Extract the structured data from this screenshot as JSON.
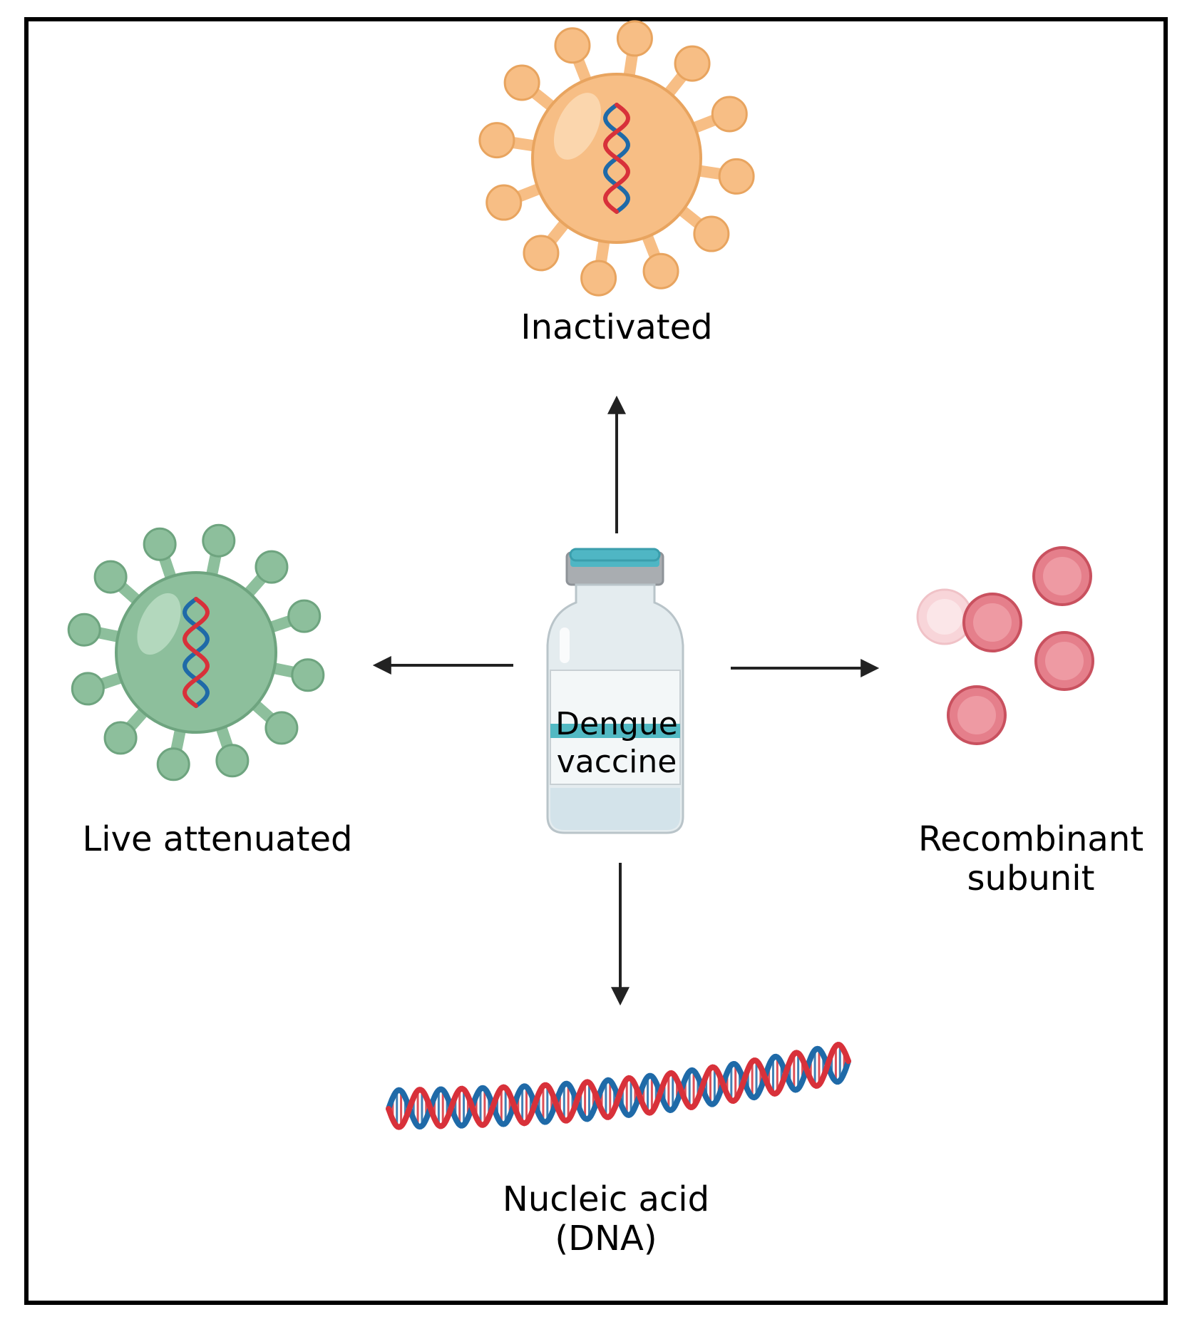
{
  "center": {
    "line1": "Dengue",
    "line2": "vaccine"
  },
  "nodes": [
    {
      "id": "inactivated",
      "lines": [
        "Inactivated"
      ]
    },
    {
      "id": "live",
      "lines": [
        "Live attenuated"
      ]
    },
    {
      "id": "recombinant",
      "lines": [
        "Recombinant",
        "subunit"
      ]
    },
    {
      "id": "nucleic",
      "lines": [
        "Nucleic acid",
        "(DNA)"
      ]
    }
  ],
  "colors": {
    "inactivated_virus": "#f7be85",
    "live_virus": "#8dbf9c",
    "protein": "#e57f8b",
    "dna_red": "#d8313a",
    "dna_blue": "#1f6aa8",
    "vial_cap": "#4fb6c4",
    "vial_band": "#52b9c3"
  },
  "icons": [
    "virus-icon",
    "virus-icon",
    "protein-icon",
    "dna-icon",
    "vial-icon"
  ]
}
